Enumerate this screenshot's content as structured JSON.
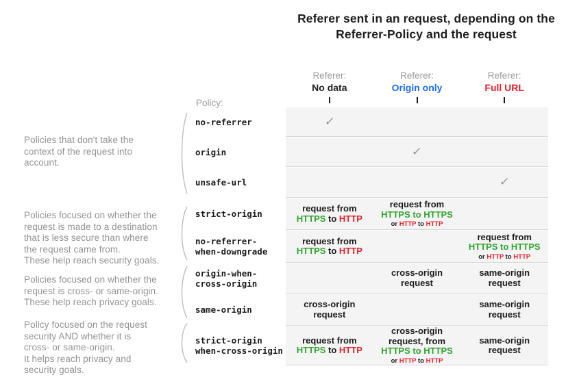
{
  "title": "Referer sent in an request, depending on the\nReferrer-Policy and the request",
  "policy_label": "Policy:",
  "colors": {
    "green": "#2fa32e",
    "red": "#e0212a",
    "blue": "#1a6ef0",
    "black": "#1d1d1f",
    "check_gray": "#8f8f8f",
    "row_bg": "#f4f4f4"
  },
  "headers": [
    {
      "label": "Referer:",
      "value": "No data",
      "color": "#1d1d1f"
    },
    {
      "label": "Referer:",
      "value": "Origin only",
      "color": "#1a6ef0"
    },
    {
      "label": "Referer:",
      "value": "Full URL",
      "color": "#e0212a"
    }
  ],
  "group_descriptions": [
    "Policies that don't take the\ncontext of the request into\naccount.",
    "Policies focused on whether the\nrequest is made to a destination\nthat is less secure than where\nthe request came from.\nThese help reach security goals.",
    "Policies focused on whether the\nrequest is cross- or same-origin.\nThese help reach privacy goals.",
    "Policy focused on the request\nsecurity AND whether it is\ncross- or same-origin.\nIt helps reach privacy and\nsecurity goals."
  ],
  "check_icon": "✓",
  "rows": [
    {
      "policy": "no-referrer",
      "cells": [
        {
          "check": true
        },
        null,
        null
      ]
    },
    {
      "policy": "origin",
      "cells": [
        null,
        {
          "check": true
        },
        null
      ]
    },
    {
      "policy": "unsafe-url",
      "cells": [
        null,
        null,
        {
          "check": true
        }
      ]
    },
    {
      "policy": "strict-origin",
      "cells": [
        {
          "lines": [
            [
              {
                "t": "request from",
                "c": "k"
              }
            ],
            [
              {
                "t": "HTTPS",
                "c": "g"
              },
              {
                "t": " to ",
                "c": "k"
              },
              {
                "t": "HTTP",
                "c": "r"
              }
            ]
          ]
        },
        {
          "lines": [
            [
              {
                "t": "request from",
                "c": "k"
              }
            ],
            [
              {
                "t": "HTTPS to HTTPS",
                "c": "g"
              }
            ]
          ],
          "small": [
            {
              "t": "or ",
              "c": "k"
            },
            {
              "t": "HTTP",
              "c": "r"
            },
            {
              "t": " to ",
              "c": "k"
            },
            {
              "t": "HTTP",
              "c": "r"
            }
          ]
        },
        null
      ]
    },
    {
      "policy": "no-referrer-\nwhen-downgrade",
      "cells": [
        {
          "lines": [
            [
              {
                "t": "request from",
                "c": "k"
              }
            ],
            [
              {
                "t": "HTTPS",
                "c": "g"
              },
              {
                "t": " to ",
                "c": "k"
              },
              {
                "t": "HTTP",
                "c": "r"
              }
            ]
          ]
        },
        null,
        {
          "lines": [
            [
              {
                "t": "request from",
                "c": "k"
              }
            ],
            [
              {
                "t": "HTTPS to HTTPS",
                "c": "g"
              }
            ]
          ],
          "small": [
            {
              "t": "or ",
              "c": "k"
            },
            {
              "t": "HTTP",
              "c": "r"
            },
            {
              "t": " to ",
              "c": "k"
            },
            {
              "t": "HTTP",
              "c": "r"
            }
          ]
        }
      ]
    },
    {
      "policy": "origin-when-\ncross-origin",
      "cells": [
        null,
        {
          "lines": [
            [
              {
                "t": "cross-origin",
                "c": "k"
              }
            ],
            [
              {
                "t": "request",
                "c": "k"
              }
            ]
          ]
        },
        {
          "lines": [
            [
              {
                "t": "same-origin",
                "c": "k"
              }
            ],
            [
              {
                "t": "request",
                "c": "k"
              }
            ]
          ]
        }
      ]
    },
    {
      "policy": "same-origin",
      "cells": [
        {
          "lines": [
            [
              {
                "t": "cross-origin",
                "c": "k"
              }
            ],
            [
              {
                "t": "request",
                "c": "k"
              }
            ]
          ]
        },
        null,
        {
          "lines": [
            [
              {
                "t": "same-origin",
                "c": "k"
              }
            ],
            [
              {
                "t": "request",
                "c": "k"
              }
            ]
          ]
        }
      ]
    },
    {
      "policy": "strict-origin\nwhen-cross-origin",
      "cells": [
        {
          "lines": [
            [
              {
                "t": "request from",
                "c": "k"
              }
            ],
            [
              {
                "t": "HTTPS",
                "c": "g"
              },
              {
                "t": " to ",
                "c": "k"
              },
              {
                "t": "HTTP",
                "c": "r"
              }
            ]
          ]
        },
        {
          "lines": [
            [
              {
                "t": "cross-origin",
                "c": "k"
              }
            ],
            [
              {
                "t": "request, from",
                "c": "k"
              }
            ],
            [
              {
                "t": "HTTPS to HTTPS",
                "c": "g"
              }
            ]
          ],
          "small": [
            {
              "t": "or ",
              "c": "k"
            },
            {
              "t": "HTTP",
              "c": "r"
            },
            {
              "t": " to ",
              "c": "k"
            },
            {
              "t": "HTTP",
              "c": "r"
            }
          ]
        },
        {
          "lines": [
            [
              {
                "t": "same-origin",
                "c": "k"
              }
            ],
            [
              {
                "t": "request",
                "c": "k"
              }
            ]
          ]
        }
      ]
    }
  ]
}
